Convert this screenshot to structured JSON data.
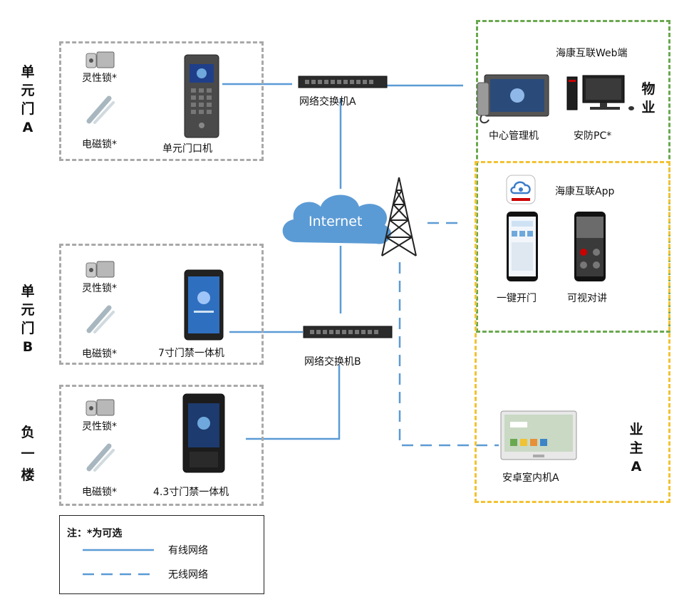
{
  "groups": {
    "unit_a": {
      "label": [
        "单",
        "元",
        "门",
        "A"
      ],
      "lock1": "灵性锁*",
      "lock2": "电磁锁*",
      "device": "单元门口机"
    },
    "unit_b": {
      "label": [
        "单",
        "元",
        "门",
        "B"
      ],
      "lock1": "灵性锁*",
      "lock2": "电磁锁*",
      "device": "7寸门禁一体机"
    },
    "basement": {
      "label": [
        "负",
        "一",
        "楼"
      ],
      "lock1": "灵性锁*",
      "lock2": "电磁锁*",
      "device": "4.3寸门禁一体机"
    }
  },
  "network": {
    "switch_a": "网络交换机A",
    "switch_b": "网络交换机B",
    "cloud": "Internet"
  },
  "property": {
    "label": [
      "物",
      "业"
    ],
    "web": "海康互联Web端",
    "center": "中心管理机",
    "pc": "安防PC*"
  },
  "owner": {
    "label": [
      "业",
      "主",
      "A"
    ],
    "app": "海康互联App",
    "phone1": "一键开门",
    "phone2": "可视对讲",
    "indoor": "安卓室内机A"
  },
  "legend": {
    "title": "注：*为可选",
    "wired": "有线网络",
    "wireless": "无线网络"
  },
  "colors": {
    "wired": "#5b9bd5",
    "property_border": "#6aa84f",
    "owner_border": "#f1c232",
    "group_border": "#a9a9a9"
  }
}
